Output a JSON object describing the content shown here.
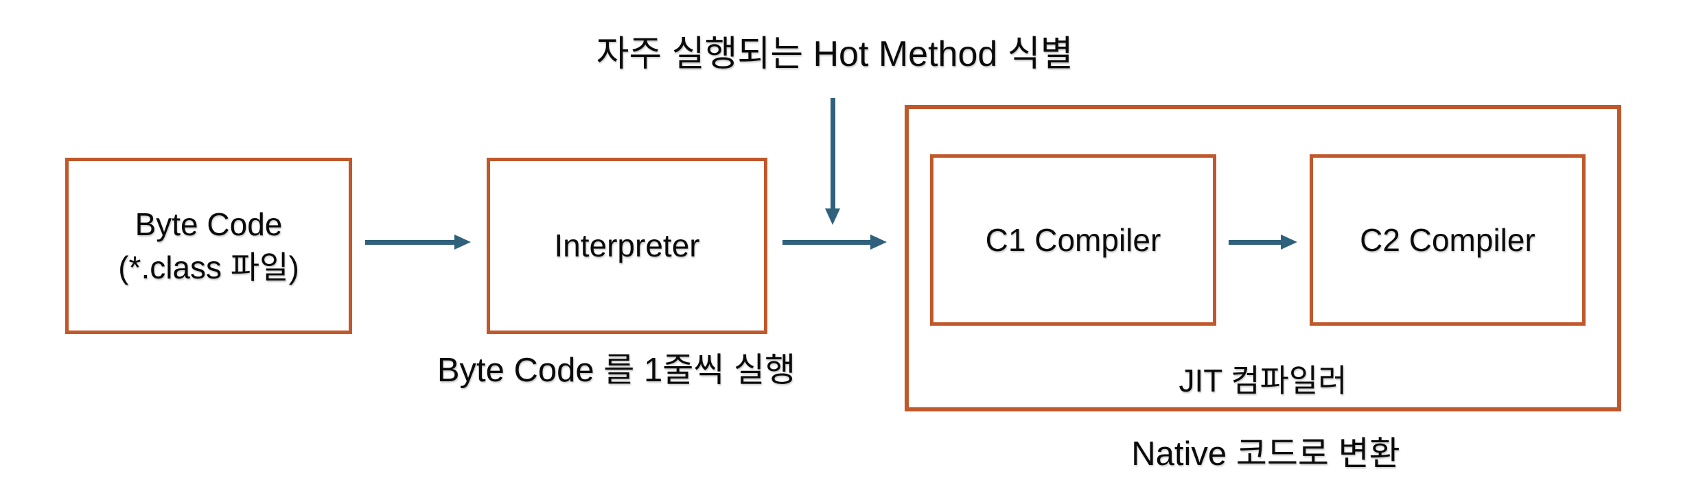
{
  "colors": {
    "background": "#ffffff",
    "box_border": "#c0582b",
    "arrow": "#2f617c",
    "text": "#0b0b0b"
  },
  "title": {
    "hot_method_label": "자주 실행되는 Hot Method 식별"
  },
  "boxes": {
    "byte_code": {
      "line1": "Byte Code",
      "line2": "(*.class 파일)"
    },
    "interpreter": {
      "label": "Interpreter"
    },
    "c1": {
      "label": "C1 Compiler"
    },
    "c2": {
      "label": "C2 Compiler"
    },
    "jit_group": {
      "label": "JIT 컴파일러"
    }
  },
  "captions": {
    "interpreter_note": "Byte Code 를 1줄씩 실행",
    "native_note": "Native 코드로 변환"
  }
}
